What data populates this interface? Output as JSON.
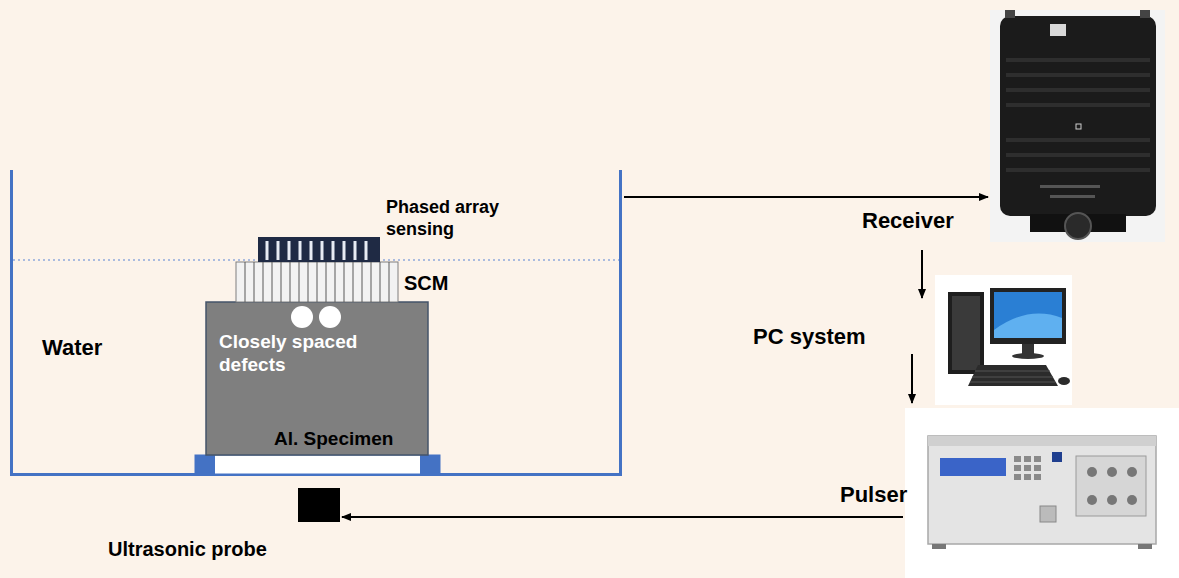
{
  "diagram": {
    "nodes": [
      {
        "text": [
          "Water"
        ]
      },
      {
        "text": [
          "Phased array sensing"
        ],
        "in": 0
      },
      {
        "text": [
          "SCM"
        ],
        "in": 0
      },
      {
        "text": [
          "Closely spaced defects",
          "Al. Specimen"
        ],
        "in": 0
      },
      {
        "text": [
          "Ultrasonic probe"
        ]
      },
      {
        "text": [
          "Receiver"
        ]
      },
      {
        "text": [
          "PC system"
        ]
      },
      {
        "text": [
          "Pulser"
        ]
      }
    ],
    "edges": [
      {
        "from": 0,
        "to": 5,
        "arrow": "to"
      },
      {
        "from": 5,
        "to": 6,
        "arrow": "to"
      },
      {
        "from": 6,
        "to": 7,
        "arrow": "to"
      },
      {
        "from": 7,
        "to": 4,
        "arrow": "to"
      }
    ]
  }
}
